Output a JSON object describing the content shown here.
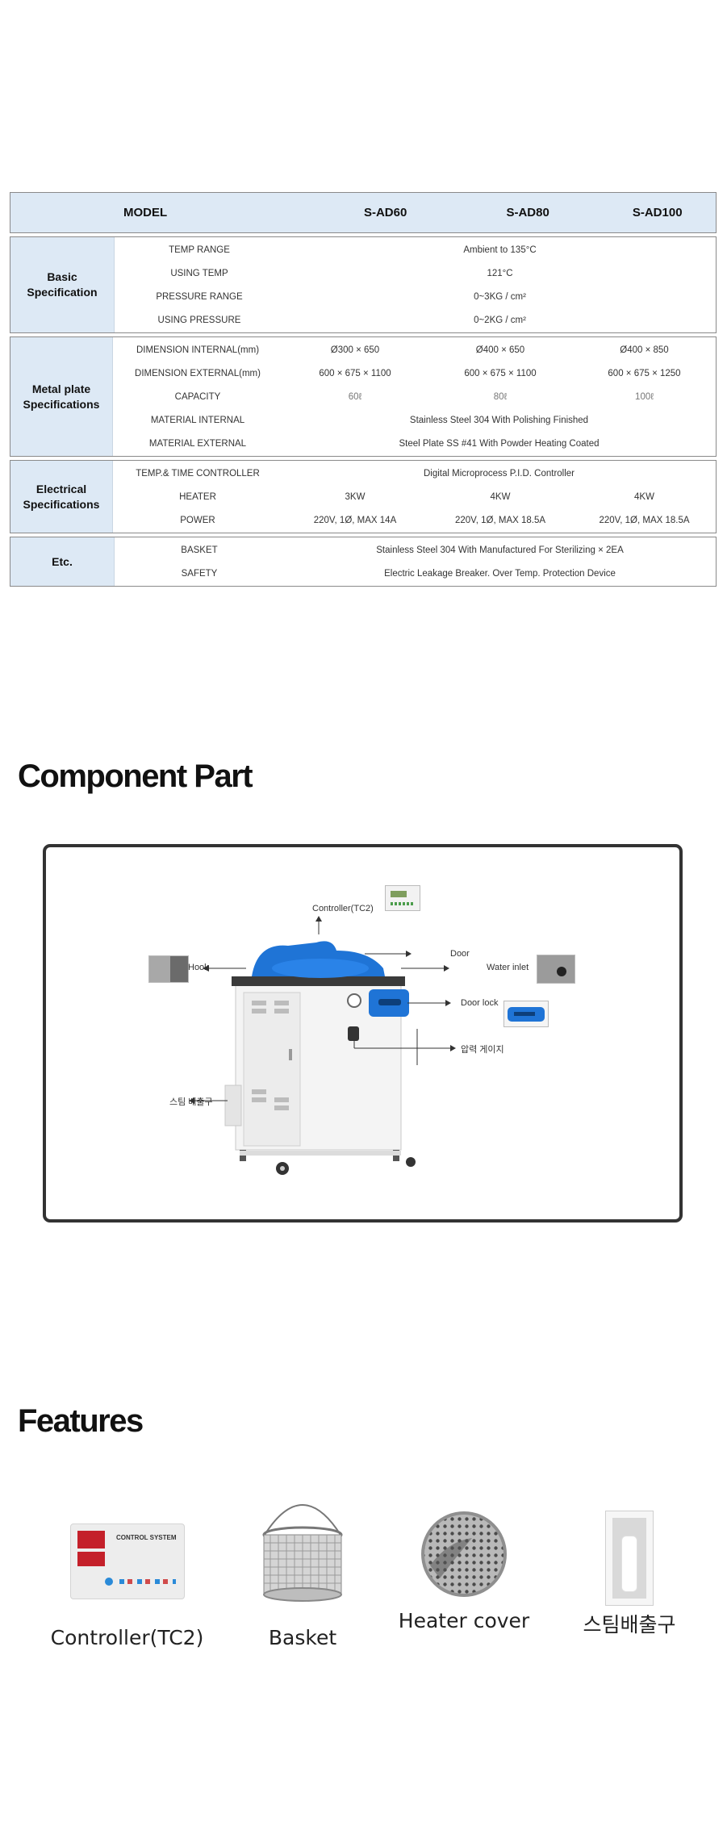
{
  "spec_table": {
    "header": {
      "model": "MODEL",
      "models": [
        "S-AD60",
        "S-AD80",
        "S-AD100"
      ]
    },
    "groups": [
      {
        "title_line1": "Basic",
        "title_line2": "Specification",
        "rows": [
          {
            "label": "TEMP RANGE",
            "value": "Ambient to 135°C"
          },
          {
            "label": "USING TEMP",
            "value": "121°C"
          },
          {
            "label": "PRESSURE RANGE",
            "value": "0~3KG / cm²"
          },
          {
            "label": "USING PRESSURE",
            "value": "0~2KG / cm²"
          }
        ]
      },
      {
        "title_line1": "Metal plate",
        "title_line2": "Specifications",
        "rows": [
          {
            "label": "DIMENSION INTERNAL(mm)",
            "values": [
              "Ø300 × 650",
              "Ø400 × 650",
              "Ø400 × 850"
            ]
          },
          {
            "label": "DIMENSION EXTERNAL(mm)",
            "values": [
              "600 × 675 × 1100",
              "600 × 675 × 1100",
              "600 × 675 × 1250"
            ]
          },
          {
            "label": "CAPACITY",
            "values": [
              "60ℓ",
              "80ℓ",
              "100ℓ"
            ]
          },
          {
            "label": "MATERIAL INTERNAL",
            "value": "Stainless Steel 304 With Polishing Finished"
          },
          {
            "label": "MATERIAL EXTERNAL",
            "value": "Steel Plate SS #41 With Powder Heating Coated"
          }
        ]
      },
      {
        "title_line1": "Electrical",
        "title_line2": "Specifications",
        "rows": [
          {
            "label": "TEMP.& TIME CONTROLLER",
            "value": "Digital Microprocess P.I.D. Controller"
          },
          {
            "label": "HEATER",
            "values": [
              "3KW",
              "4KW",
              "4KW"
            ]
          },
          {
            "label": "POWER",
            "values": [
              "220V, 1Ø, MAX 14A",
              "220V, 1Ø, MAX 18.5A",
              "220V, 1Ø, MAX 18.5A"
            ]
          }
        ]
      },
      {
        "title_line1": "Etc.",
        "title_line2": "",
        "rows": [
          {
            "label": "BASKET",
            "value": "Stainless Steel 304 With Manufactured For Sterilizing × 2EA"
          },
          {
            "label": "SAFETY",
            "value": "Electric Leakage Breaker. Over Temp. Protection Device"
          }
        ]
      }
    ]
  },
  "component_part": {
    "title": "Component Part",
    "labels": {
      "controller": "Controller(TC2)",
      "door": "Door",
      "hook": "Hook",
      "water_inlet": "Water inlet",
      "door_lock": "Door lock",
      "pressure_gauge": "압력 게이지",
      "steam_outlet": "스팀 배출구"
    }
  },
  "features": {
    "title": "Features",
    "items": [
      {
        "caption": "Controller(TC2)",
        "panel_text": "CONTROL SYSTEM"
      },
      {
        "caption": "Basket"
      },
      {
        "caption": "Heater cover"
      },
      {
        "caption": "스팀배출구"
      }
    ]
  },
  "colors": {
    "header_bg": "#dde9f5",
    "accent_blue": "#1f74d6",
    "border": "#8a8a8a"
  }
}
